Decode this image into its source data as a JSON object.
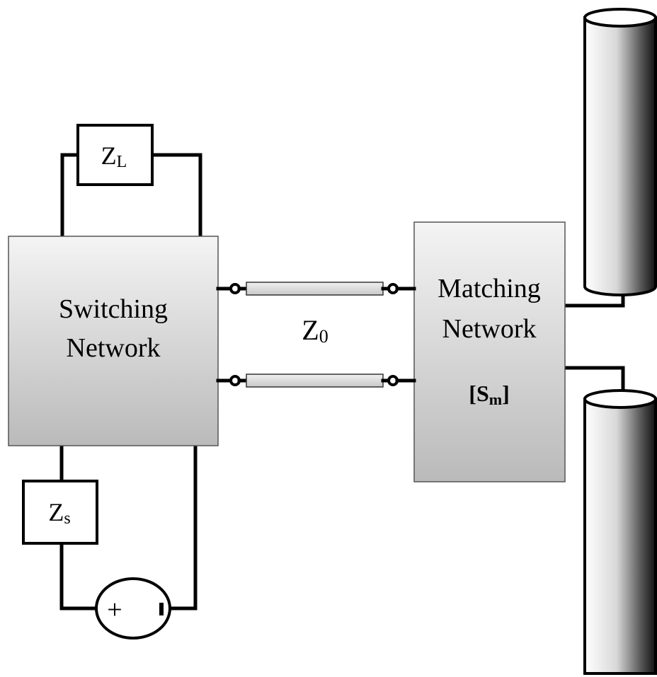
{
  "switching_network": {
    "line1": "Switching",
    "line2": "Network"
  },
  "matching_network": {
    "line1": "Matching",
    "line2": "Network",
    "matrix_label": "[S",
    "matrix_subscript": "m",
    "matrix_close": "]"
  },
  "load_impedance": {
    "symbol": "Z",
    "subscript": "L"
  },
  "source_impedance": {
    "symbol": "Z",
    "subscript": "s"
  },
  "line_impedance": {
    "symbol": "Z",
    "subscript": "0"
  },
  "source": {
    "plus": "+",
    "minus": "-"
  },
  "colors": {
    "block_top": "#f2f2f2",
    "block_bottom": "#bdbdbd",
    "line_stroke": "#000000",
    "background": "#ffffff"
  }
}
